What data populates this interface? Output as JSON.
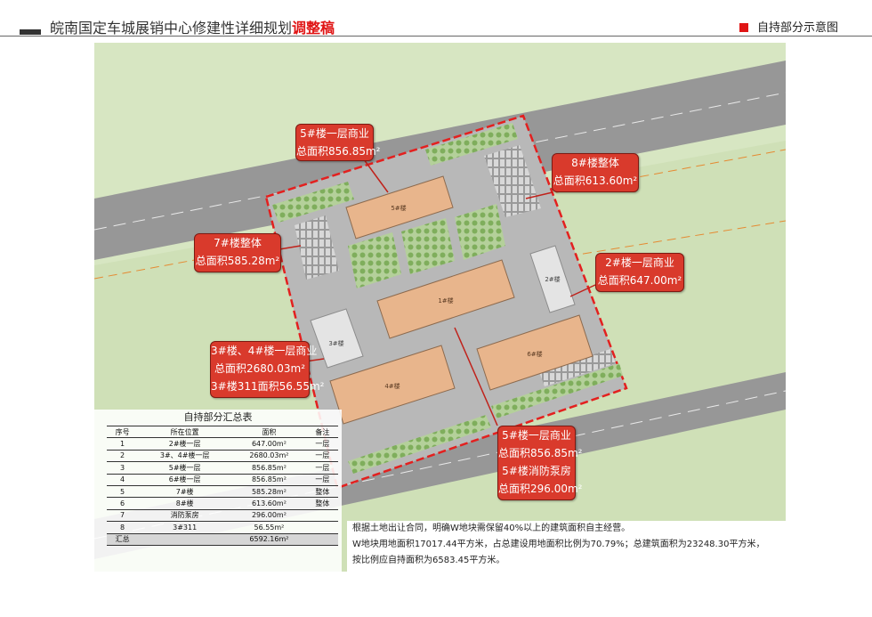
{
  "header": {
    "title_main": "皖南国定车城展销中心修建性详细规划",
    "title_accent": "调整稿",
    "subtitle": "自持部分示意图",
    "accent_color": "#e01515"
  },
  "map": {
    "building_labels": [
      "5#楼",
      "2#楼",
      "1#楼",
      "4#楼",
      "3#楼",
      "6#楼"
    ]
  },
  "callouts": {
    "c5": {
      "l1": "5#楼一层商业",
      "l2": "总面积856.85m²"
    },
    "c8": {
      "l1": "8#楼整体",
      "l2": "总面积613.60m²"
    },
    "c7": {
      "l1": "7#楼整体",
      "l2": "总面积585.28m²"
    },
    "c2": {
      "l1": "2#楼一层商业",
      "l2": "总面积647.00m²"
    },
    "c34": {
      "l1": "3#楼、4#楼一层商业",
      "l2": "总面积2680.03m²",
      "l3": "3#楼311面积56.55m²"
    },
    "c5b": {
      "l1": "5#楼一层商业",
      "l2": "总面积856.85m²",
      "l3": "5#楼消防泵房",
      "l4": "总面积296.00m²"
    }
  },
  "summary_table": {
    "title": "自持部分汇总表",
    "headers": [
      "序号",
      "所在位置",
      "面积",
      "备注"
    ],
    "rows": [
      [
        "1",
        "2#楼一层",
        "647.00m²",
        "一层"
      ],
      [
        "2",
        "3#、4#楼一层",
        "2680.03m²",
        "一层"
      ],
      [
        "3",
        "5#楼一层",
        "856.85m²",
        "一层"
      ],
      [
        "4",
        "6#楼一层",
        "856.85m²",
        "一层"
      ],
      [
        "5",
        "7#楼",
        "585.28m²",
        "整体"
      ],
      [
        "6",
        "8#楼",
        "613.60m²",
        "整体"
      ],
      [
        "7",
        "消防泵房",
        "296.00m²",
        ""
      ],
      [
        "8",
        "3#311",
        "56.55m²",
        ""
      ]
    ],
    "total_label": "汇总",
    "total_value": "6592.16m²"
  },
  "note": {
    "line1": "根据土地出让合同，明确W地块需保留40%以上的建筑面积自主经营。",
    "line2": "W地块用地面积17017.44平方米，占总建设用地面积比例为70.79%；总建筑面积为23248.30平方米，",
    "line3": "按比例应自持面积为6583.45平方米。"
  }
}
